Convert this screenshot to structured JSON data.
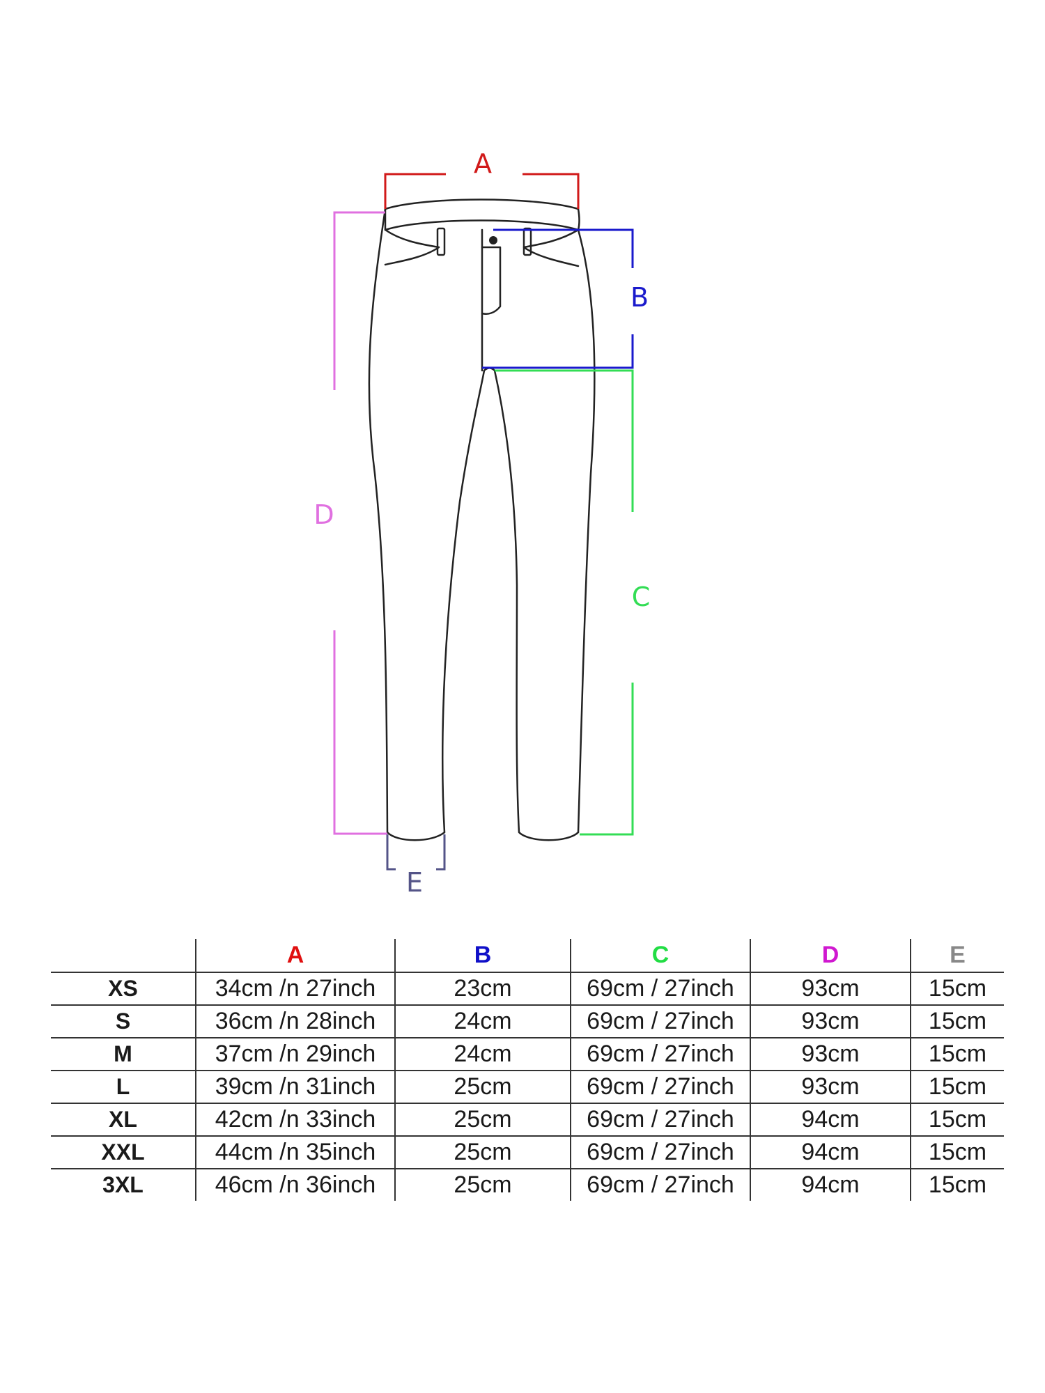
{
  "diagram": {
    "labels": [
      {
        "key": "A",
        "text": "A",
        "color": "#d11a1a"
      },
      {
        "key": "B",
        "text": "B",
        "color": "#1a1acc"
      },
      {
        "key": "C",
        "text": "C",
        "color": "#33dd55"
      },
      {
        "key": "D",
        "text": "D",
        "color": "#e070e0"
      },
      {
        "key": "E",
        "text": "E",
        "color": "#545488"
      }
    ]
  },
  "table": {
    "header": [
      {
        "text": "",
        "color": "#000000"
      },
      {
        "text": "A",
        "color": "#e01010"
      },
      {
        "text": "B",
        "color": "#1010c8"
      },
      {
        "text": "C",
        "color": "#22dd44"
      },
      {
        "text": "D",
        "color": "#d018d0"
      },
      {
        "text": "E",
        "color": "#888888"
      }
    ],
    "rows": [
      {
        "size": "XS",
        "a": "34cm /n 27inch",
        "b": "23cm",
        "c": "69cm / 27inch",
        "d": "93cm",
        "e": "15cm"
      },
      {
        "size": "S",
        "a": "36cm /n 28inch",
        "b": "24cm",
        "c": "69cm / 27inch",
        "d": "93cm",
        "e": "15cm"
      },
      {
        "size": "M",
        "a": "37cm /n 29inch",
        "b": "24cm",
        "c": "69cm / 27inch",
        "d": "93cm",
        "e": "15cm"
      },
      {
        "size": "L",
        "a": "39cm /n 31inch",
        "b": "25cm",
        "c": "69cm / 27inch",
        "d": "93cm",
        "e": "15cm"
      },
      {
        "size": "XL",
        "a": "42cm /n 33inch",
        "b": "25cm",
        "c": "69cm / 27inch",
        "d": "94cm",
        "e": "15cm"
      },
      {
        "size": "XXL",
        "a": "44cm /n 35inch",
        "b": "25cm",
        "c": "69cm / 27inch",
        "d": "94cm",
        "e": "15cm"
      },
      {
        "size": "3XL",
        "a": "46cm /n 36inch",
        "b": "25cm",
        "c": "69cm / 27inch",
        "d": "94cm",
        "e": "15cm"
      }
    ]
  }
}
